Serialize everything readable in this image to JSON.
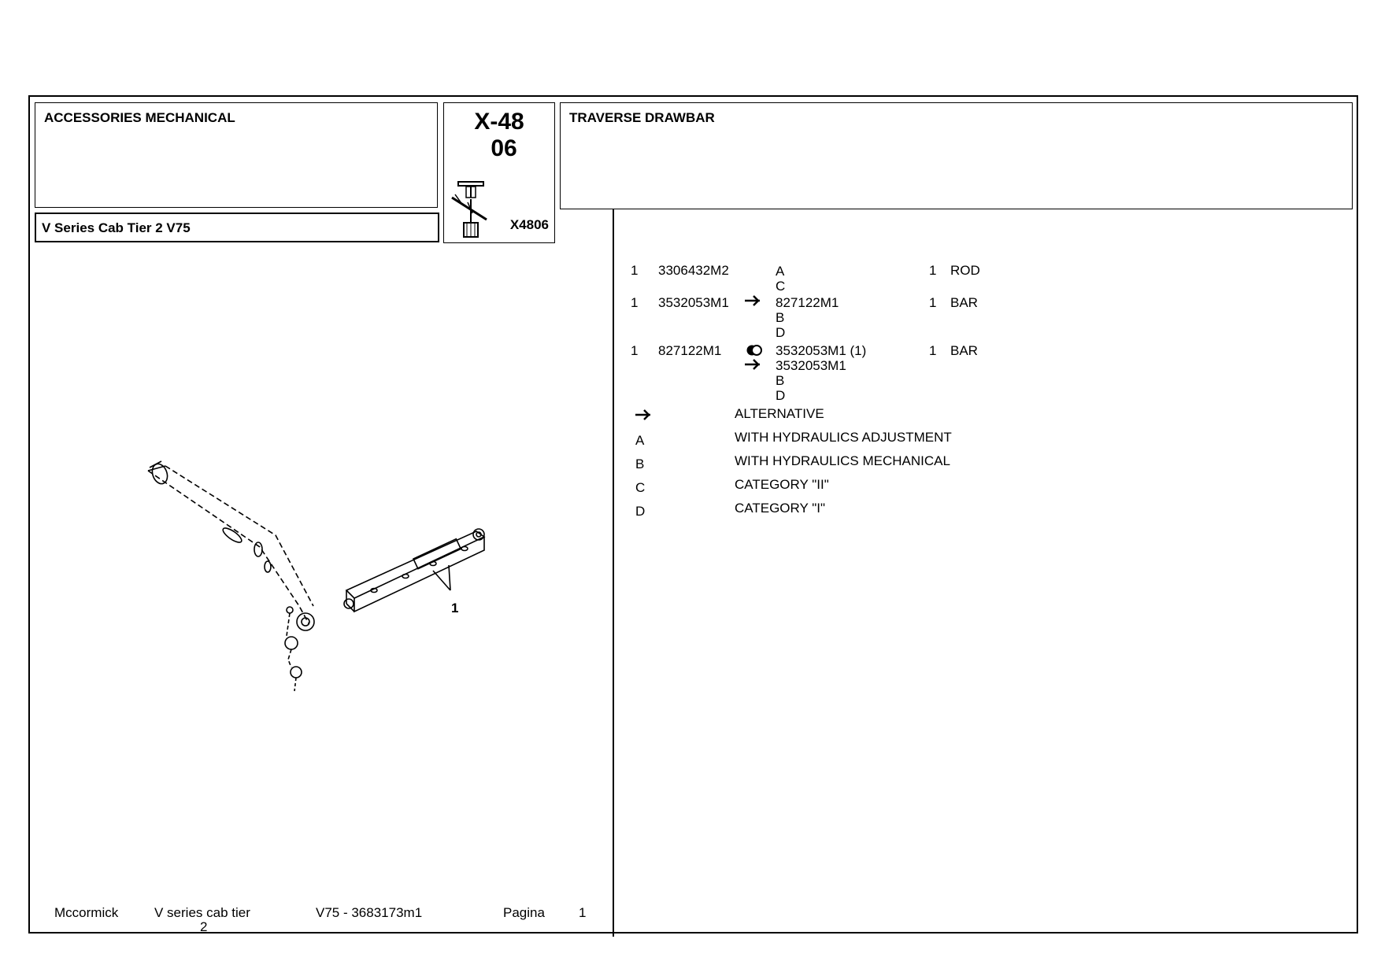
{
  "header": {
    "section_title": "ACCESSORIES MECHANICAL",
    "model": "V Series Cab Tier 2  V75",
    "group_code": "X-48",
    "group_sub": "06",
    "group_id": "X4806",
    "page_title": "TRAVERSE DRAWBAR"
  },
  "parts": [
    {
      "qty_ref": "1",
      "part_no": "3306432M2",
      "symbols": [],
      "refs": [
        "A",
        "C"
      ],
      "qty": "1",
      "desc": "ROD"
    },
    {
      "qty_ref": "1",
      "part_no": "3532053M1",
      "symbols": [
        "alternative"
      ],
      "refs": [
        "827122M1",
        "B",
        "D"
      ],
      "qty": "1",
      "desc": "BAR"
    },
    {
      "qty_ref": "1",
      "part_no": "827122M1",
      "symbols": [
        "replaced",
        "alternative"
      ],
      "refs": [
        "3532053M1  (1)",
        "3532053M1",
        "B",
        "D"
      ],
      "qty": "1",
      "desc": "BAR"
    }
  ],
  "legend": [
    {
      "key": "",
      "icon": "alternative-icon",
      "text": "ALTERNATIVE"
    },
    {
      "key": "A",
      "text": "WITH HYDRAULICS ADJUSTMENT"
    },
    {
      "key": "B",
      "text": "WITH HYDRAULICS MECHANICAL"
    },
    {
      "key": "C",
      "text": "CATEGORY \"II\""
    },
    {
      "key": "D",
      "text": "CATEGORY \"I\""
    }
  ],
  "diagram": {
    "callout": "1"
  },
  "footer": {
    "brand": "Mccormick",
    "series_line1": "V series cab tier",
    "series_line2": "2",
    "model_code": "V75 - 3683173m1",
    "page_label": "Pagina",
    "page_number": "1"
  }
}
